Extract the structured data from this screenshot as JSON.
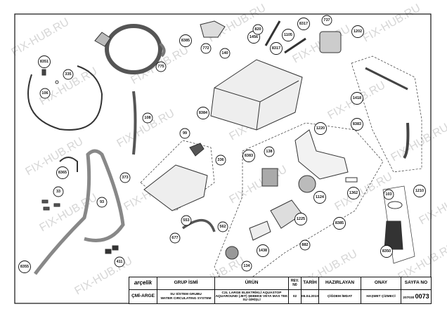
{
  "watermark": "FIX-HUB.RU",
  "callouts": [
    "8385",
    "772",
    "140",
    "1456",
    "820",
    "8317",
    "8317",
    "1105",
    "737",
    "1202",
    "8351",
    "335",
    "106",
    "775",
    "108",
    "8384",
    "1418",
    "99",
    "336",
    "8383",
    "8383",
    "138",
    "1220",
    "8365",
    "33",
    "373",
    "93",
    "1362",
    "1124",
    "1210",
    "103",
    "553",
    "562",
    "677",
    "1225",
    "8385",
    "882",
    "1438",
    "8350",
    "134",
    "411",
    "8355"
  ],
  "title_block": {
    "brand": "arçelik",
    "headers": {
      "group": "GRUP İSMİ",
      "product": "ÜRÜN",
      "rev": "REV. N0",
      "date": "TARİH",
      "prepared": "HAZIRLAYAN",
      "approved": "ONAY",
      "page": "SAYFA NO"
    },
    "department": "ÇMİ-ARGE",
    "group_tr": "SU SİSTEM GRUBU",
    "group_en": "WATER CIRCULATING SYSTEM",
    "product": "C2L LARGE ELEKTRİKLİ AQUASTOP AQUAROUND (JET) ŞEBEKE VEYA MAS TEK SU GİRİŞLİ",
    "rev": "02",
    "date": "06.04.2010",
    "prepared_by": "ÇİĞDEM İMDAT",
    "approved_by": "HAŞMET ÇİZMECİ",
    "page_prefix": "207030",
    "page_number": "0073"
  }
}
